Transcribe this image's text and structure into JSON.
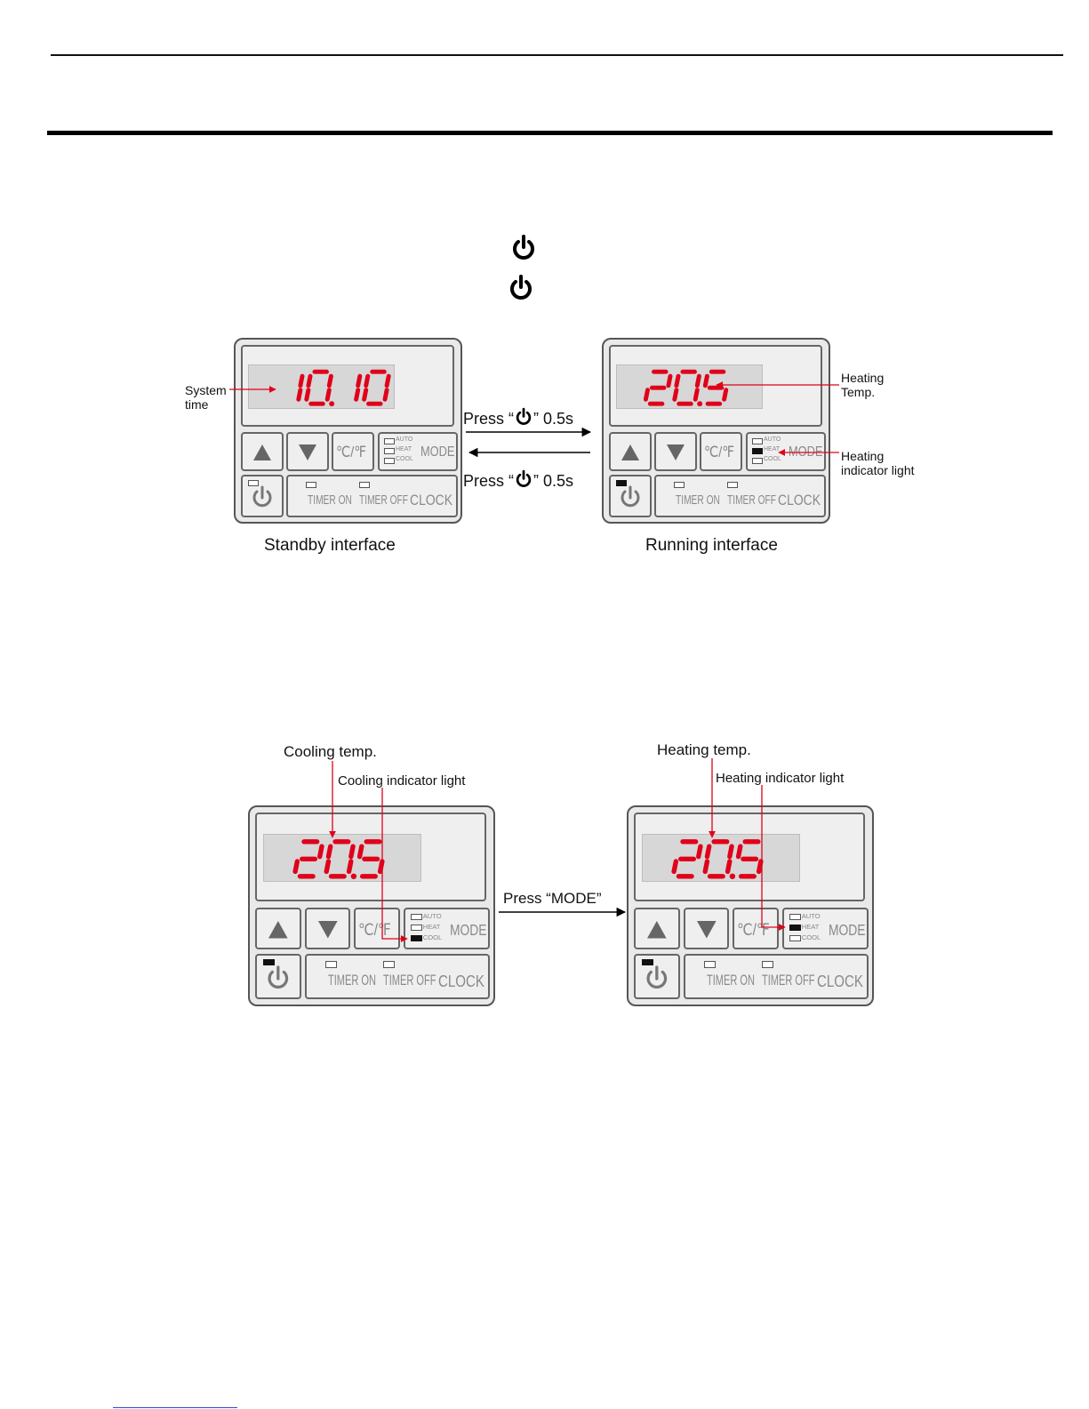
{
  "power_symbol": "power-icon",
  "diagram1": {
    "standby": {
      "display": "10.10",
      "caption": "Standby interface",
      "annotation": [
        "System",
        "time"
      ]
    },
    "running": {
      "display": "20.5",
      "caption": "Running interface",
      "annotation_temp": [
        "Heating",
        "Temp."
      ],
      "annotation_light": [
        "Heating",
        "indicator light"
      ]
    },
    "press_on": {
      "prefix": "Press “",
      "suffix": "” 0.5s"
    },
    "press_off": {
      "prefix": "Press “",
      "suffix": "” 0.5s"
    }
  },
  "diagram2": {
    "cooling": {
      "display": "20.5",
      "label_temp": "Cooling temp.",
      "label_light": "Cooling indicator light"
    },
    "heating": {
      "display": "20.5",
      "label_temp": "Heating temp.",
      "label_light": "Heating indicator light"
    },
    "press_mode": "Press “MODE”"
  },
  "panel_labels": {
    "unit": "℃/℉",
    "mode": "MODE",
    "auto": "AUTO",
    "heat": "HEAT",
    "cool": "COOL",
    "timer_on": "TIMER ON",
    "timer_off": "TIMER OFF",
    "clock": "CLOCK"
  },
  "colors": {
    "segment": "#e0001a",
    "annotation_line": "#e0001a"
  }
}
